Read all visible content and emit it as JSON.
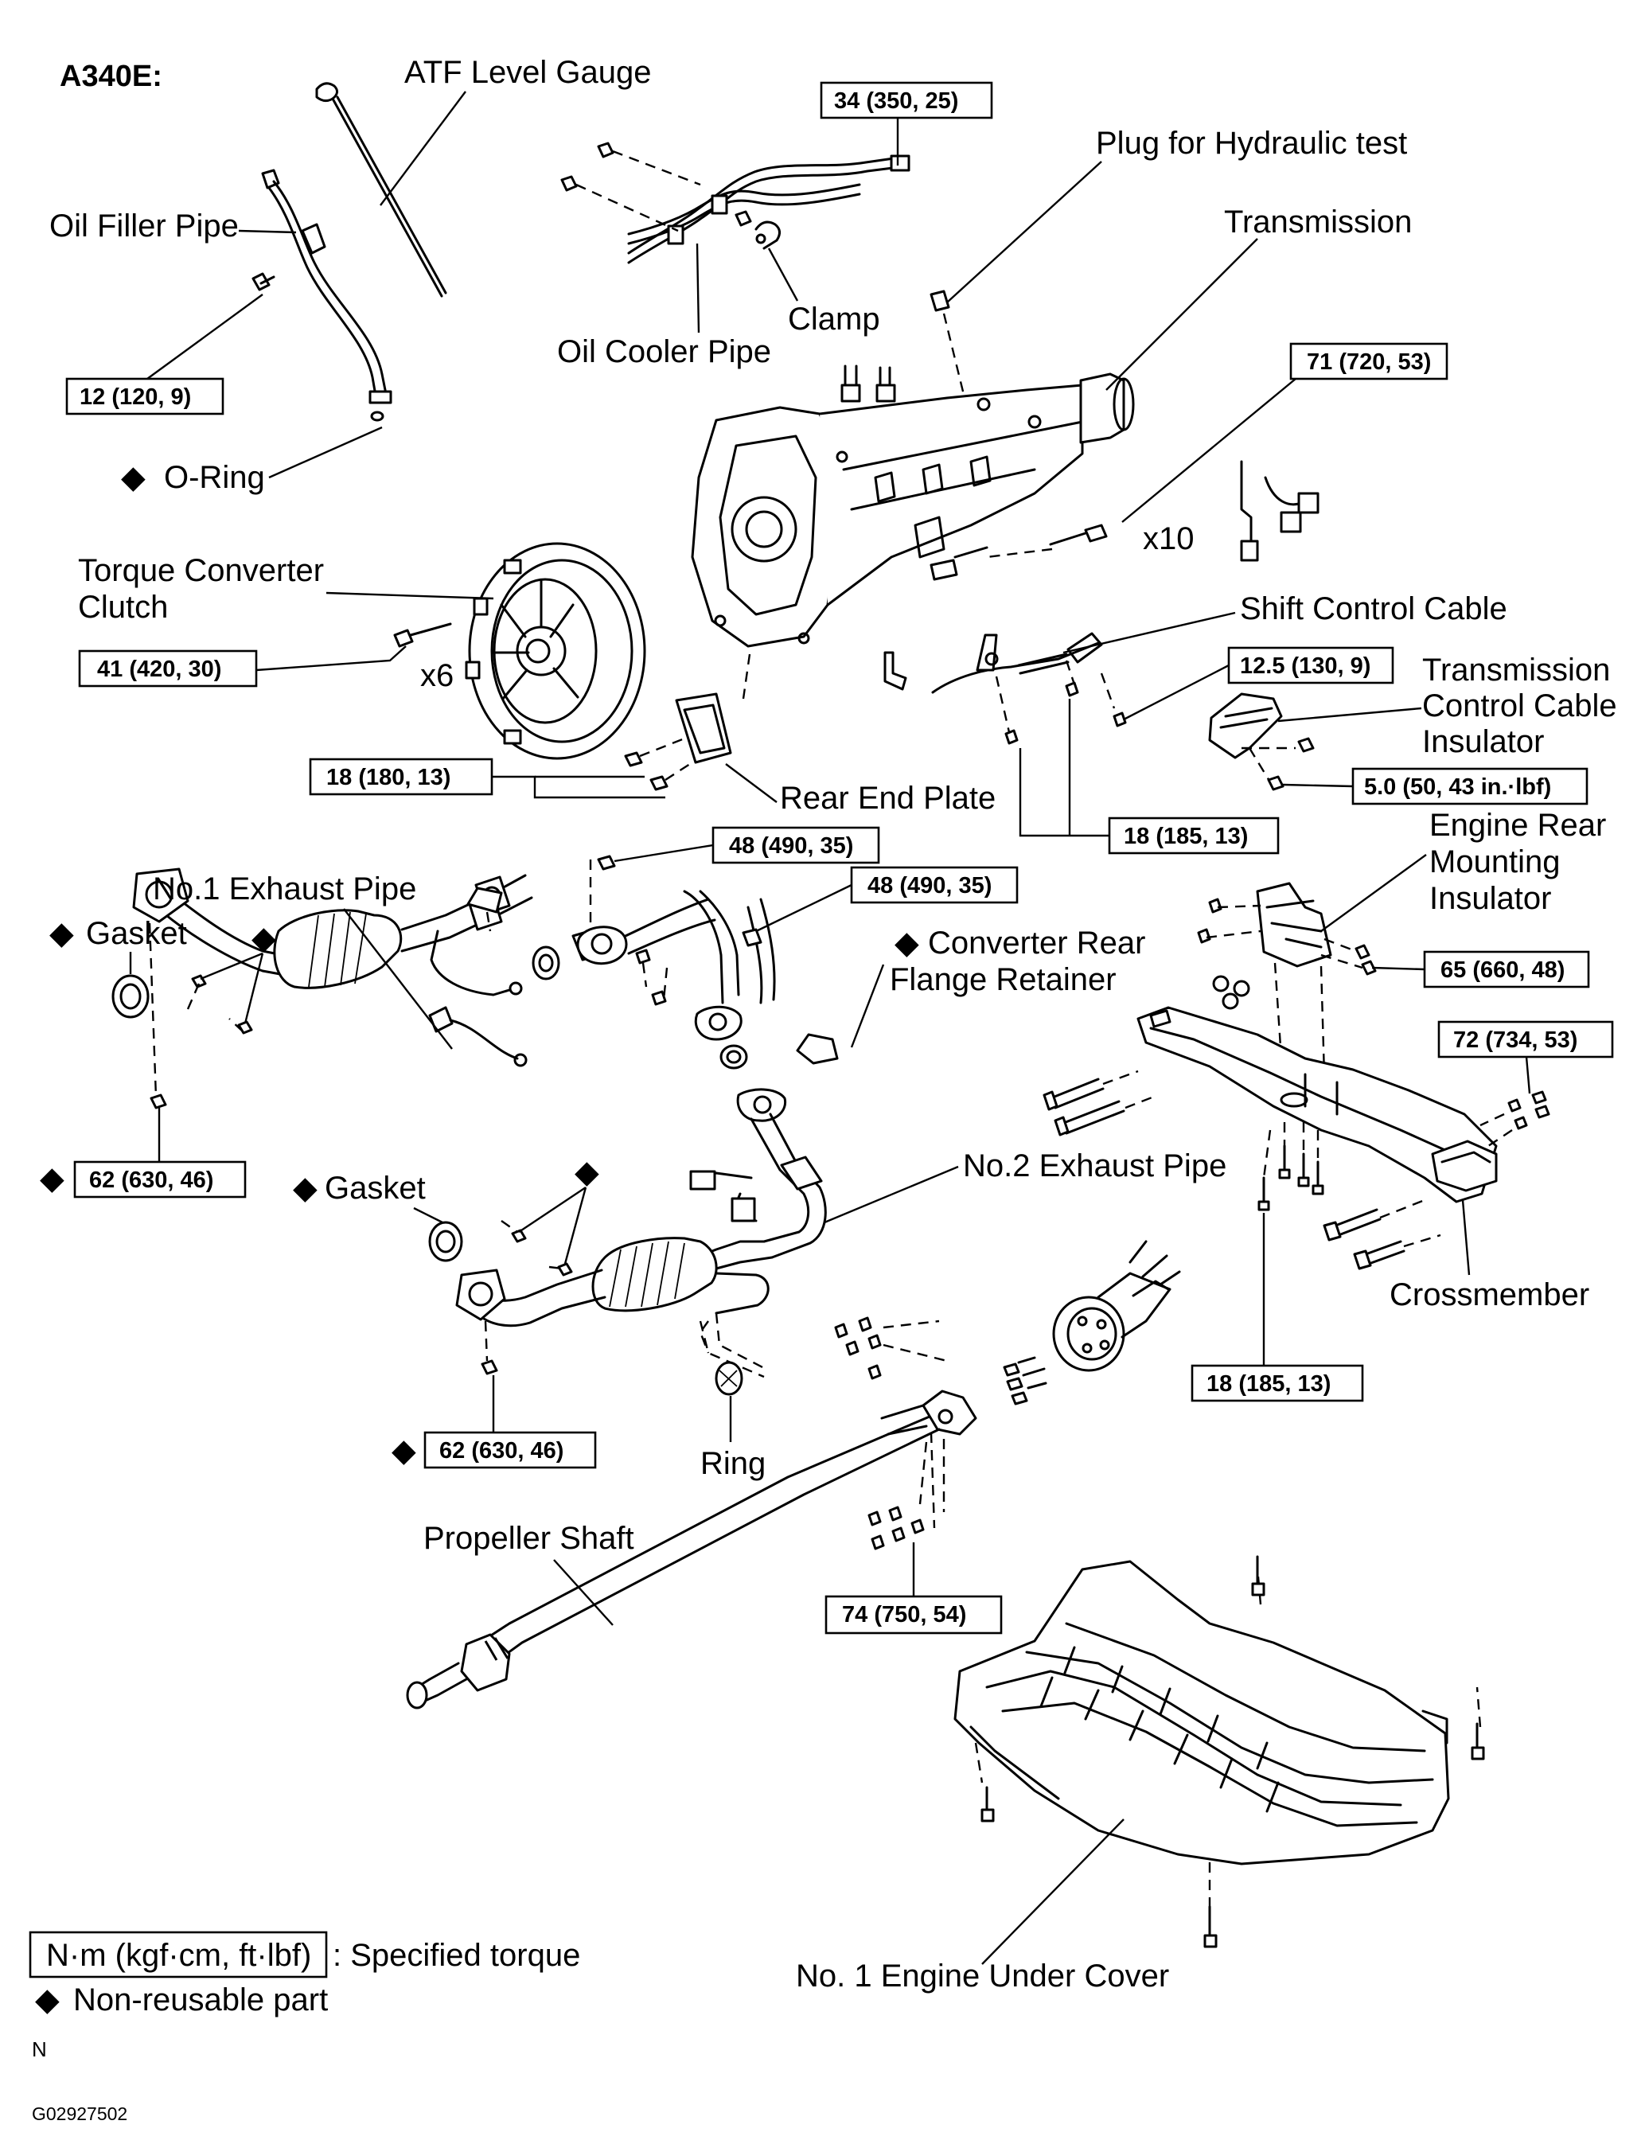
{
  "title": "A340E:",
  "labels": {
    "atf_level_gauge": "ATF Level Gauge",
    "oil_filler_pipe": "Oil Filler Pipe",
    "o_ring": "O-Ring",
    "torque_converter_clutch_1": "Torque Converter",
    "torque_converter_clutch_2": "Clutch",
    "x6": "x6",
    "oil_cooler_pipe": "Oil Cooler Pipe",
    "clamp": "Clamp",
    "plug_hydraulic": "Plug for Hydraulic test",
    "transmission": "Transmission",
    "x10": "x10",
    "shift_control_cable": "Shift Control Cable",
    "tcci_1": "Transmission",
    "tcci_2": "Control Cable",
    "tcci_3": "Insulator",
    "rear_end_plate": "Rear End Plate",
    "no1_exhaust_pipe": "No.1 Exhaust Pipe",
    "gasket_1": "Gasket",
    "gasket_2": "Gasket",
    "converter_rear_1": "Converter Rear",
    "converter_rear_2": "Flange Retainer",
    "engine_rear_1": "Engine Rear",
    "engine_rear_2": "Mounting",
    "engine_rear_3": "Insulator",
    "no2_exhaust_pipe": "No.2 Exhaust Pipe",
    "crossmember": "Crossmember",
    "ring": "Ring",
    "propeller_shaft": "Propeller Shaft",
    "no1_engine_under_cover": "No. 1 Engine Under Cover"
  },
  "torques": {
    "t_34": "34 (350, 25)",
    "t_12": "12 (120, 9)",
    "t_71": "71 (720, 53)",
    "t_41": "41 (420, 30)",
    "t_12_5": "12.5 (130, 9)",
    "t_5_0": "5.0 (50, 43 in.·lbf)",
    "t_18_180": "18 (180, 13)",
    "t_18_185_a": "18 (185, 13)",
    "t_48_a": "48 (490, 35)",
    "t_48_b": "48 (490, 35)",
    "t_65": "65 (660, 48)",
    "t_72": "72 (734, 53)",
    "t_62_a": "62 (630, 46)",
    "t_62_b": "62 (630, 46)",
    "t_18_185_b": "18 (185, 13)",
    "t_74": "74 (750, 54)"
  },
  "legend": {
    "torque_box": "N·m (kgf·cm, ft·lbf)",
    "torque_text": ": Specified torque",
    "nonreusable_text": "Non-reusable part",
    "diamond": "◆"
  },
  "footer": {
    "letter": "N",
    "code": "G02927502"
  }
}
